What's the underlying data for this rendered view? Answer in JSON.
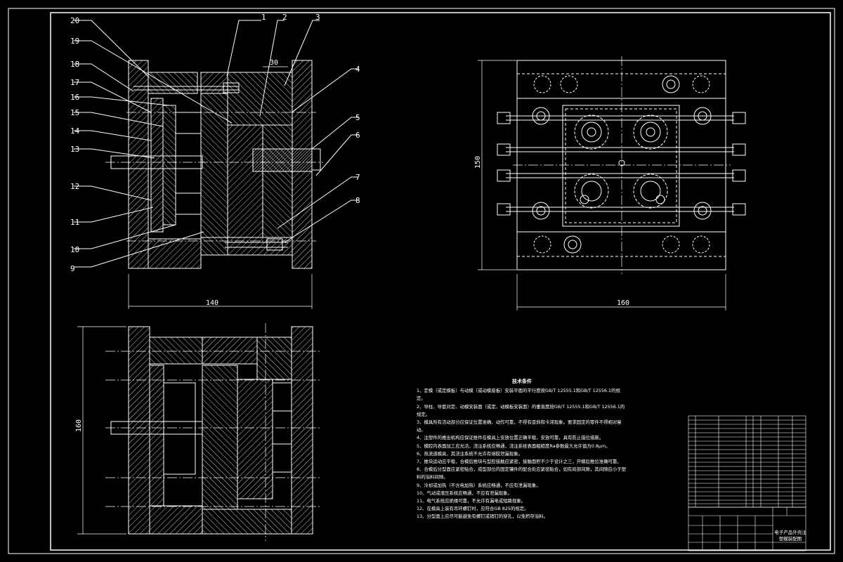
{
  "drawing": {
    "part_numbers": [
      "1",
      "2",
      "3",
      "4",
      "5",
      "6",
      "7",
      "8",
      "9",
      "10",
      "11",
      "12",
      "13",
      "14",
      "15",
      "16",
      "17",
      "18",
      "19",
      "20"
    ],
    "dimensions": {
      "top_width": "140",
      "small_dim": "30",
      "plan_height": "150",
      "plan_width": "160",
      "side_height": "160"
    },
    "technical_notes": {
      "title": "技术条件",
      "items": [
        "1、定模（或定模板）与动模（或动模座板）安装平面的平行度按GB/T 12555.1和GB/T 12556.1的规定。",
        "2、导柱、导套对定、动模安装面（或定、动模板安装面）的垂直度按GB/T 12555.1和GB/T 12556.1的规定。",
        "3、模具所有活动部分应保证位置准确、动作可靠，不得有歪斜和卡滞现象。要求固定的零件不得相对窜动。",
        "4、注塑件的推出机构应保证推件在模具上安放位置正确平稳，安放可靠，具有防止错位措施。",
        "5、模腔内表面加工应光洁，浇注系统应畅通，浇注系统表面粗糙度Ra参数最大允许值为0.8μm。",
        "6、热流道模具，其浇注系统不允许有熔胶泄漏现象。",
        "7、推块运动应平稳，合模后推块与型腔接触应紧密，接触面积不少于设计之三，开模后推位准确可靠。",
        "8、合模后分型面应紧密贴合，成型部位的固定镶件的配合处应紧密贴合，如有局部间隙，其间隙应小于塑料的溢料间隙。",
        "9、冷却或加热（不含电加热）系统应畅通，不应有泄漏现象。",
        "10、气动或液压系统应畅通，不应有泄漏现象。",
        "11、电气系统应绝缘可靠，不允许有漏电或短路现象。",
        "12、在模具上装有吊环螺钉时，应符合GB 825的规定。",
        "13、分型面上应尽可能避免有螺钉或销钉的穿孔，以免积存溢料。"
      ]
    },
    "title_block": {
      "drawing_name": "电子产品外壳注塑模装配图"
    }
  }
}
